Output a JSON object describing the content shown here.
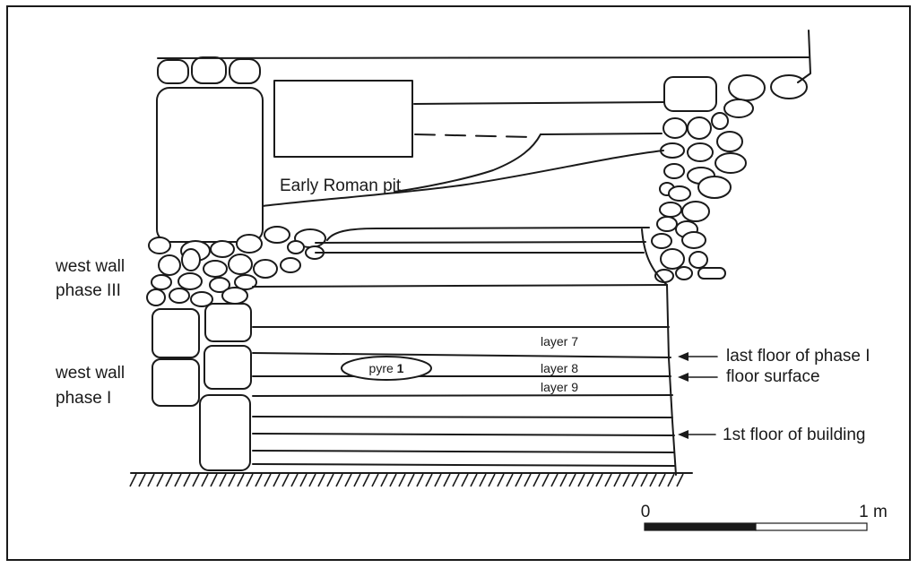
{
  "labels": {
    "early_roman_pit": "Early Roman pit",
    "west_wall_phase3": [
      "west wall",
      "phase III"
    ],
    "west_wall_phase1": [
      "west wall",
      "phase I"
    ],
    "layer7": "layer 7",
    "layer8": "layer 8",
    "layer9": "layer 9",
    "pyre_text": "pyre",
    "pyre_number": "1",
    "last_floor": "last floor of phase I",
    "floor_surface": "floor surface",
    "first_floor": "1st floor of building"
  },
  "scale_bar": {
    "start": "0",
    "end": "1 m"
  }
}
